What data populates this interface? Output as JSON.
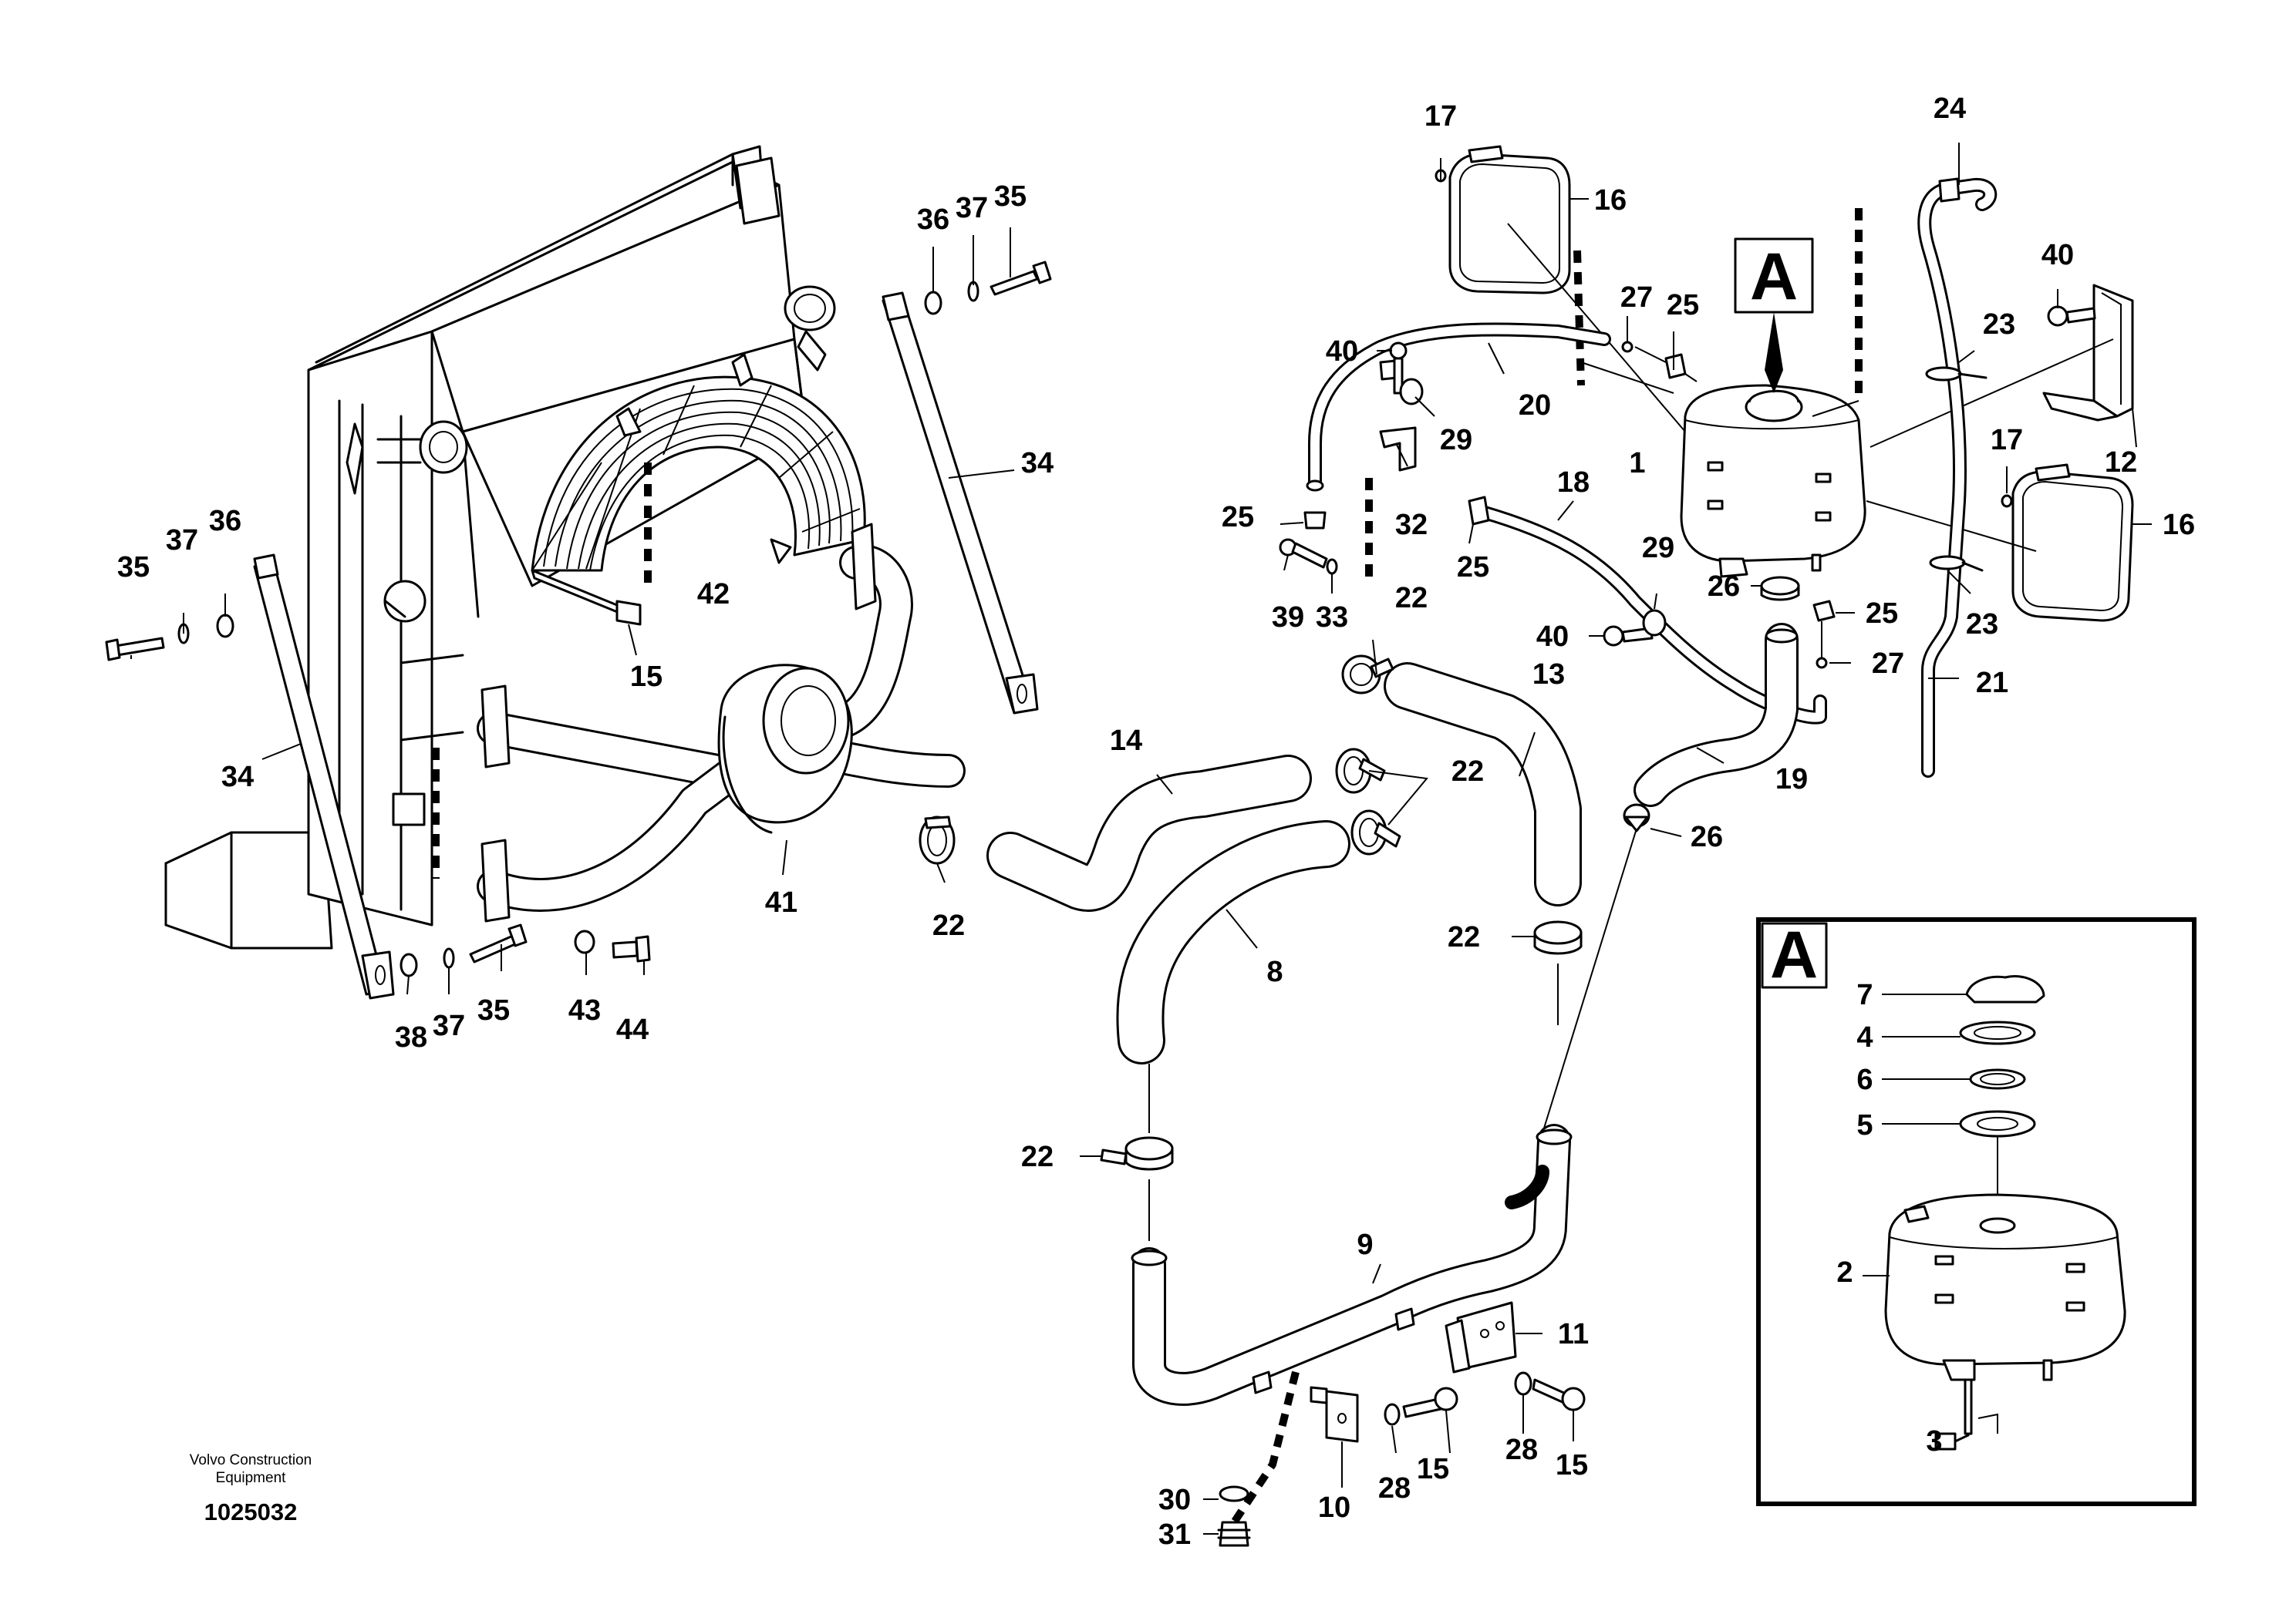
{
  "caption": {
    "company_line1": "Volvo Construction",
    "company_line2": "Equipment",
    "doc_number": "1025032"
  },
  "detail": {
    "callout_letter": "A",
    "inset_letter": "A"
  },
  "labels": [
    {
      "id": "lbl-1",
      "text": "1"
    },
    {
      "id": "lbl-2",
      "text": "2"
    },
    {
      "id": "lbl-3",
      "text": "3"
    },
    {
      "id": "lbl-4",
      "text": "4"
    },
    {
      "id": "lbl-5",
      "text": "5"
    },
    {
      "id": "lbl-6",
      "text": "6"
    },
    {
      "id": "lbl-7",
      "text": "7"
    },
    {
      "id": "lbl-8",
      "text": "8"
    },
    {
      "id": "lbl-9",
      "text": "9"
    },
    {
      "id": "lbl-10",
      "text": "10"
    },
    {
      "id": "lbl-11",
      "text": "11"
    },
    {
      "id": "lbl-12",
      "text": "12"
    },
    {
      "id": "lbl-13",
      "text": "13"
    },
    {
      "id": "lbl-14",
      "text": "14"
    },
    {
      "id": "lbl-15a",
      "text": "15"
    },
    {
      "id": "lbl-15b",
      "text": "15"
    },
    {
      "id": "lbl-15c",
      "text": "15"
    },
    {
      "id": "lbl-16a",
      "text": "16"
    },
    {
      "id": "lbl-16b",
      "text": "16"
    },
    {
      "id": "lbl-17a",
      "text": "17"
    },
    {
      "id": "lbl-17b",
      "text": "17"
    },
    {
      "id": "lbl-18",
      "text": "18"
    },
    {
      "id": "lbl-19",
      "text": "19"
    },
    {
      "id": "lbl-20",
      "text": "20"
    },
    {
      "id": "lbl-21",
      "text": "21"
    },
    {
      "id": "lbl-22a",
      "text": "22"
    },
    {
      "id": "lbl-22b",
      "text": "22"
    },
    {
      "id": "lbl-22c",
      "text": "22"
    },
    {
      "id": "lbl-22d",
      "text": "22"
    },
    {
      "id": "lbl-22e",
      "text": "22"
    },
    {
      "id": "lbl-23a",
      "text": "23"
    },
    {
      "id": "lbl-23b",
      "text": "23"
    },
    {
      "id": "lbl-24",
      "text": "24"
    },
    {
      "id": "lbl-25a",
      "text": "25"
    },
    {
      "id": "lbl-25b",
      "text": "25"
    },
    {
      "id": "lbl-25c",
      "text": "25"
    },
    {
      "id": "lbl-25d",
      "text": "25"
    },
    {
      "id": "lbl-26a",
      "text": "26"
    },
    {
      "id": "lbl-26b",
      "text": "26"
    },
    {
      "id": "lbl-27a",
      "text": "27"
    },
    {
      "id": "lbl-27b",
      "text": "27"
    },
    {
      "id": "lbl-28a",
      "text": "28"
    },
    {
      "id": "lbl-28b",
      "text": "28"
    },
    {
      "id": "lbl-29a",
      "text": "29"
    },
    {
      "id": "lbl-29b",
      "text": "29"
    },
    {
      "id": "lbl-30",
      "text": "30"
    },
    {
      "id": "lbl-31",
      "text": "31"
    },
    {
      "id": "lbl-32",
      "text": "32"
    },
    {
      "id": "lbl-33",
      "text": "33"
    },
    {
      "id": "lbl-34a",
      "text": "34"
    },
    {
      "id": "lbl-34b",
      "text": "34"
    },
    {
      "id": "lbl-35a",
      "text": "35"
    },
    {
      "id": "lbl-35b",
      "text": "35"
    },
    {
      "id": "lbl-35c",
      "text": "35"
    },
    {
      "id": "lbl-36a",
      "text": "36"
    },
    {
      "id": "lbl-36b",
      "text": "36"
    },
    {
      "id": "lbl-37a",
      "text": "37"
    },
    {
      "id": "lbl-37b",
      "text": "37"
    },
    {
      "id": "lbl-37c",
      "text": "37"
    },
    {
      "id": "lbl-38",
      "text": "38"
    },
    {
      "id": "lbl-39",
      "text": "39"
    },
    {
      "id": "lbl-40a",
      "text": "40"
    },
    {
      "id": "lbl-40b",
      "text": "40"
    },
    {
      "id": "lbl-40c",
      "text": "40"
    },
    {
      "id": "lbl-41",
      "text": "41"
    },
    {
      "id": "lbl-42",
      "text": "42"
    },
    {
      "id": "lbl-43",
      "text": "43"
    },
    {
      "id": "lbl-44",
      "text": "44"
    }
  ]
}
